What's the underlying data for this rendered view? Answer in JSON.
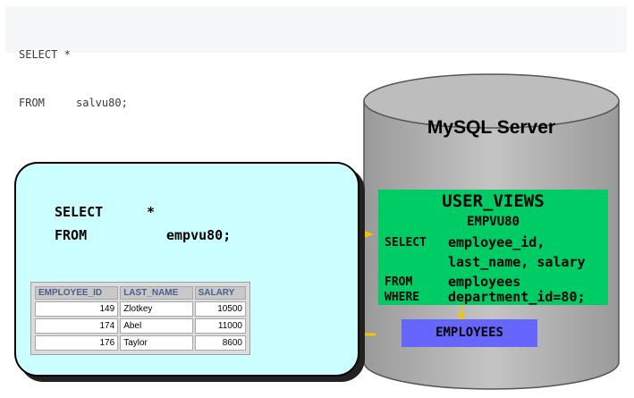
{
  "code": {
    "line1": "SELECT *",
    "line2_keyword": "FROM",
    "line2_value": "salvu80;"
  },
  "server": {
    "title": "MySQL Server",
    "view_catalog": "USER_VIEWS",
    "view_name": "EMPVU80",
    "definition": [
      {
        "keyword": "SELECT",
        "value": "employee_id,"
      },
      {
        "keyword": "",
        "value": "last_name, salary"
      },
      {
        "keyword": "FROM",
        "value": "employees"
      },
      {
        "keyword": "WHERE",
        "value": "department_id=80;"
      }
    ],
    "base_table": "EMPLOYEES"
  },
  "query": {
    "select_keyword": "SELECT",
    "select_value": "*",
    "from_keyword": "FROM",
    "from_value": "empvu80;"
  },
  "result_table": {
    "columns": [
      "EMPLOYEE_ID",
      "LAST_NAME",
      "SALARY"
    ],
    "rows": [
      [
        "149",
        "Zlotkey",
        "10500"
      ],
      [
        "174",
        "Abel",
        "11000"
      ],
      [
        "176",
        "Taylor",
        "8600"
      ]
    ]
  },
  "colors": {
    "cylinder": "#b3b3b3",
    "query_box": "#ccffff",
    "view_box": "#00cc66",
    "table_box": "#6666ff",
    "arrow": "#f5c400"
  }
}
